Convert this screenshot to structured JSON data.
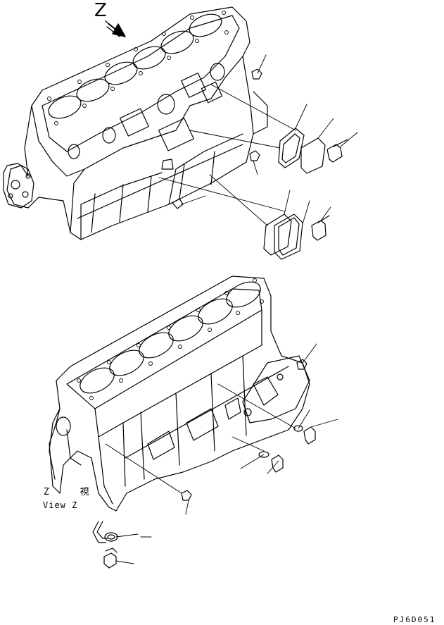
{
  "view_arrow": {
    "letter": "Z"
  },
  "view_caption": {
    "japanese": "Z 視",
    "english": "View Z"
  },
  "drawing_code": "PJ6D051",
  "line_color": "#000000",
  "background": "#ffffff"
}
